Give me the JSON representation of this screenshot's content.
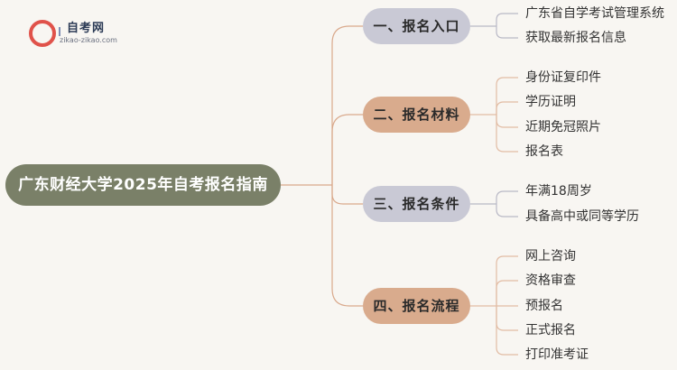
{
  "logo": {
    "name": "自考网",
    "url": "zikao-zikao.com"
  },
  "root": {
    "label": "广东财经大学2025年自考报名指南"
  },
  "branches": [
    {
      "label": "一、报名入口",
      "color": "#c9c9d5",
      "leaves": [
        "广东省自学考试管理系统",
        "获取最新报名信息"
      ]
    },
    {
      "label": "二、报名材料",
      "color": "#d9ab8d",
      "leaves": [
        "身份证复印件",
        "学历证明",
        "近期免冠照片",
        "报名表"
      ]
    },
    {
      "label": "三、报名条件",
      "color": "#c9c9d5",
      "leaves": [
        "年满18周岁",
        "具备高中或同等学历"
      ]
    },
    {
      "label": "四、报名流程",
      "color": "#d9ab8d",
      "leaves": [
        "网上咨询",
        "资格审查",
        "预报名",
        "正式报名",
        "打印准考证"
      ]
    }
  ],
  "colors": {
    "connector_root": "#d9a98c",
    "connector_leaf": "#b9b9c6",
    "connector_leaf_tan": "#e2bca4"
  }
}
